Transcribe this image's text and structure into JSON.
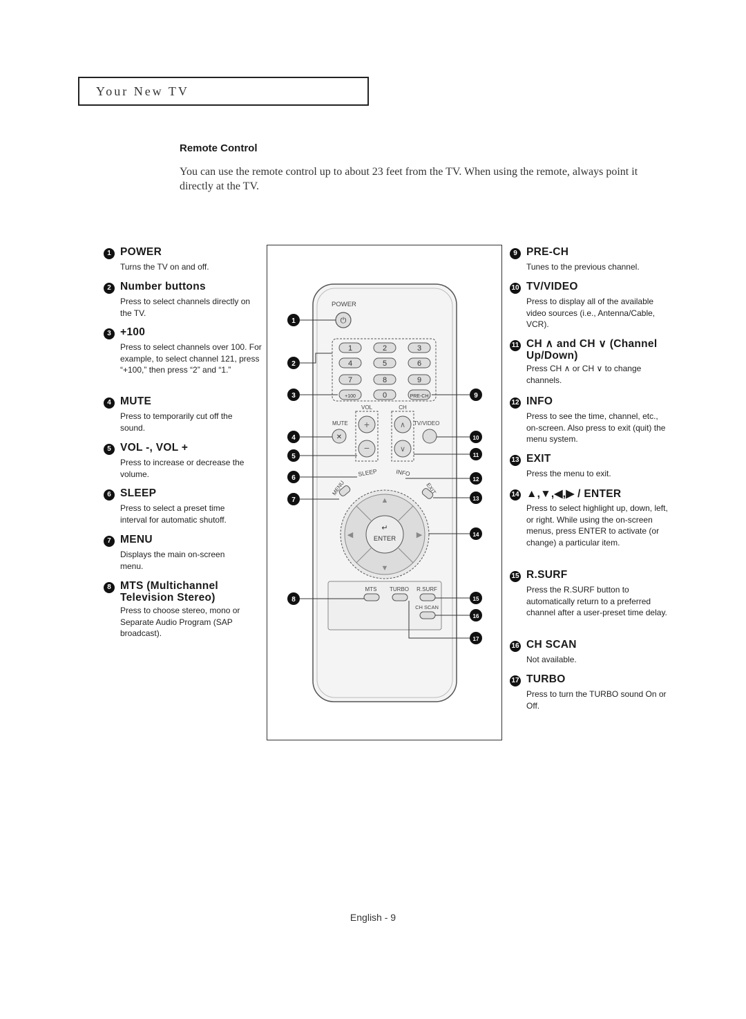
{
  "header": {
    "title": "Your New TV"
  },
  "section": {
    "title": "Remote Control",
    "intro": "You can use the remote control up to about 23 feet from the TV. When using the remote, always point it directly at the TV."
  },
  "left_items": [
    {
      "num": "1",
      "title": "POWER",
      "desc": "Turns the TV on and off."
    },
    {
      "num": "2",
      "title": "Number buttons",
      "desc": "Press to select channels directly on the TV."
    },
    {
      "num": "3",
      "title": "+100",
      "desc": "Press to select channels over 100. For example, to select channel 121, press “+100,” then press “2” and “1.”"
    },
    {
      "num": "4",
      "title": "MUTE",
      "desc": "Press to temporarily cut off the sound."
    },
    {
      "num": "5",
      "title": "VOL -, VOL +",
      "desc": "Press to increase or decrease the volume."
    },
    {
      "num": "6",
      "title": "SLEEP",
      "desc": "Press to select a preset time interval for automatic shutoff."
    },
    {
      "num": "7",
      "title": "MENU",
      "desc": "Displays the main on-screen menu."
    },
    {
      "num": "8",
      "title": "MTS (Multichannel Television Stereo)",
      "desc": "Press to choose stereo, mono or Separate Audio Program (SAP broadcast)."
    }
  ],
  "right_items": [
    {
      "num": "9",
      "title": "PRE-CH",
      "desc": "Tunes to the previous channel."
    },
    {
      "num": "10",
      "title": "TV/VIDEO",
      "desc": "Press to display all of the available video sources (i.e., Antenna/Cable, VCR)."
    },
    {
      "num": "11",
      "title": "CH ∧ and CH ∨ (Channel Up/Down)",
      "desc": "Press CH ∧ or CH ∨ to change channels."
    },
    {
      "num": "12",
      "title": "INFO",
      "desc": "Press to see the time, channel, etc., on-screen. Also press to exit (quit) the menu system."
    },
    {
      "num": "13",
      "title": "EXIT",
      "desc": "Press the menu to exit."
    },
    {
      "num": "14",
      "title": "▲,▼,◀,▶ / ENTER",
      "desc": "Press to select highlight up, down, left, or right. While using the on-screen menus, press ENTER to activate (or change) a particular item."
    },
    {
      "num": "15",
      "title": "R.SURF",
      "desc": "Press the R.SURF button to automatically return to a preferred channel after a user-preset time delay."
    },
    {
      "num": "16",
      "title": "CH SCAN",
      "desc": "Not available."
    },
    {
      "num": "17",
      "title": "TURBO",
      "desc": "Press to turn the TURBO sound On or Off."
    }
  ],
  "remote": {
    "power": "POWER",
    "keys": [
      "1",
      "2",
      "3",
      "4",
      "5",
      "6",
      "7",
      "8",
      "9",
      "+100",
      "0",
      "PRE-CH"
    ],
    "vol": "VOL",
    "ch": "CH",
    "mute": "MUTE",
    "tvvideo": "TV/VIDEO",
    "sleep": "SLEEP",
    "info": "INFO",
    "menu": "MENU",
    "exit": "EXIT",
    "enter": "ENTER",
    "mts": "MTS",
    "turbo": "TURBO",
    "rsurf": "R.SURF",
    "chscan": "CH SCAN"
  },
  "footer": {
    "page": "English - 9"
  }
}
